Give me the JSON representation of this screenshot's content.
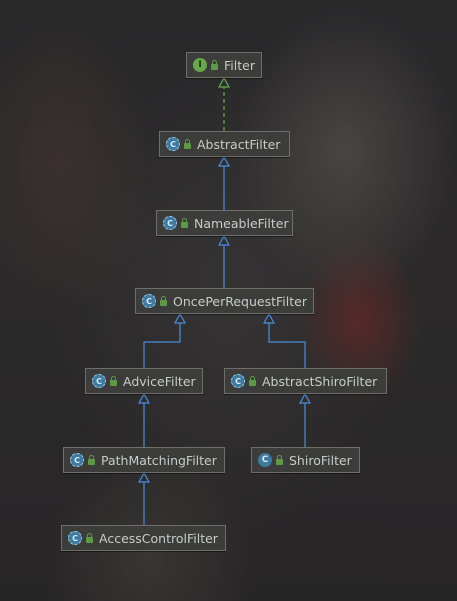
{
  "diagram": {
    "colors": {
      "implements_edge": "#6aa84f",
      "extends_edge": "#4a8de0",
      "interface_badge": "#67a848",
      "class_badge": "#3f7aa0"
    },
    "nodes": {
      "filter": {
        "label": "Filter",
        "badge": "I",
        "badge_icon": "interface-icon",
        "access_icon": "public-lock-icon"
      },
      "abstract_filter": {
        "label": "AbstractFilter",
        "badge": "C",
        "badge_icon": "abstract-class-icon",
        "access_icon": "public-lock-icon"
      },
      "nameable_filter": {
        "label": "NameableFilter",
        "badge": "C",
        "badge_icon": "abstract-class-icon",
        "access_icon": "public-lock-icon"
      },
      "once_per_request_filter": {
        "label": "OncePerRequestFilter",
        "badge": "C",
        "badge_icon": "abstract-class-icon",
        "access_icon": "public-lock-icon"
      },
      "advice_filter": {
        "label": "AdviceFilter",
        "badge": "C",
        "badge_icon": "abstract-class-icon",
        "access_icon": "public-lock-icon"
      },
      "abstract_shiro_filter": {
        "label": "AbstractShiroFilter",
        "badge": "C",
        "badge_icon": "abstract-class-icon",
        "access_icon": "public-lock-icon"
      },
      "path_matching_filter": {
        "label": "PathMatchingFilter",
        "badge": "C",
        "badge_icon": "abstract-class-icon",
        "access_icon": "public-lock-icon"
      },
      "shiro_filter": {
        "label": "ShiroFilter",
        "badge": "C",
        "badge_icon": "class-icon",
        "access_icon": "public-lock-icon"
      },
      "access_control_filter": {
        "label": "AccessControlFilter",
        "badge": "C",
        "badge_icon": "abstract-class-icon",
        "access_icon": "public-lock-icon"
      }
    }
  }
}
